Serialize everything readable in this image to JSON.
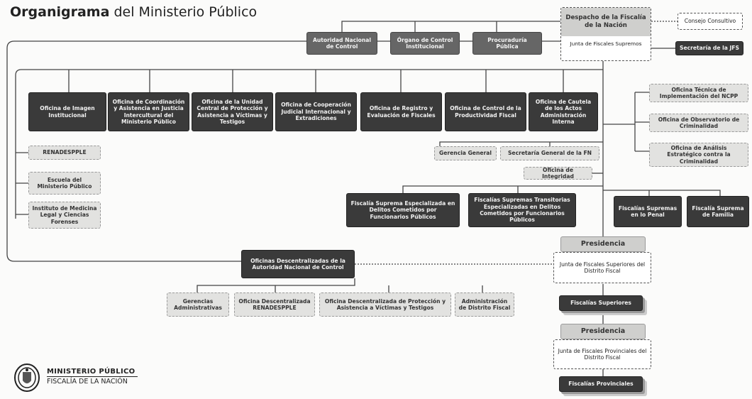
{
  "header": {
    "title_bold": "Organigrama",
    "title_rest": " del Ministerio Público"
  },
  "nodes": {
    "despacho": "Despacho de la Fiscalía de la Nación",
    "consejo": "Consejo Consultivo",
    "junta_supremos": "Junta de Fiscales Supremos",
    "secretaria_jfs": "Secretaría de la JFS",
    "autoridad": "Autoridad Nacional de Control",
    "organo_control": "Órgano de Control Institucional",
    "procuraduria": "Procuraduría Pública",
    "oficinas": [
      "Oficina de Imagen Institucional",
      "Oficina de Coordinación y Asistencia en Justicia Intercultural del Ministerio Público",
      "Oficina de la Unidad Central de Protección y Asistencia a Víctimas y Testigos",
      "Oficina de Cooperación Judicial Internacional y Extradiciones",
      "Oficina de Registro y Evaluación de Fiscales",
      "Oficina de Control de la Productividad Fiscal",
      "Oficina de Cautela de los Actos Administración Interna"
    ],
    "tecnica": "Oficina Técnica de Implementación del NCPP",
    "observatorio": "Oficina de Observatorio de Criminalidad",
    "analisis": "Oficina de Análisis Estratégico contra la Criminalidad",
    "renadespple": "RENADESPPLE",
    "escuela": "Escuela del Ministerio Público",
    "instituto": "Instituto de Medicina Legal y Ciencias Forenses",
    "gerencia_general": "Gerencia General",
    "secretaria_general": "Secretaría General de la FN",
    "integridad": "Oficina de Integridad",
    "fiscalia_especializada": "Fiscalía Suprema Especializada en Delitos Cometidos por Funcionarios Públicos",
    "fiscalias_transitorias": "Fiscalías Supremas Transitorias Especializadas en Delitos Cometidos por Funcionarios Públicos",
    "fiscalias_penal": "Fiscalías Supremas en lo Penal",
    "fiscalia_familia": "Fiscalía Suprema de Familia",
    "presidencia_1": "Presidencia",
    "junta_superiores": "Junta de Fiscales Superiores del Distrito Fiscal",
    "descentralizadas": "Oficinas Descentralizadas de la Autoridad Nacional de Control",
    "gerencias_admin": "Gerencias Administrativas",
    "of_desc_renadespple": "Oficina Descentralizada RENADESPPLE",
    "of_desc_proteccion": "Oficina Descentralizada de Protección y Asistencia a Víctimas y Testigos",
    "admin_distrito": "Administración de Distrito Fiscal",
    "fiscalias_superiores": "Fiscalías Superiores",
    "presidencia_2": "Presidencia",
    "junta_provinciales": "Junta de Fiscales Provinciales del Distrito Fiscal",
    "fiscalias_provinciales": "Fiscalías Provinciales"
  },
  "logo": {
    "line1": "MINISTERIO PÚBLICO",
    "line2": "FISCALÍA DE LA NACIÓN",
    "icon": "coat-of-arms-icon"
  }
}
